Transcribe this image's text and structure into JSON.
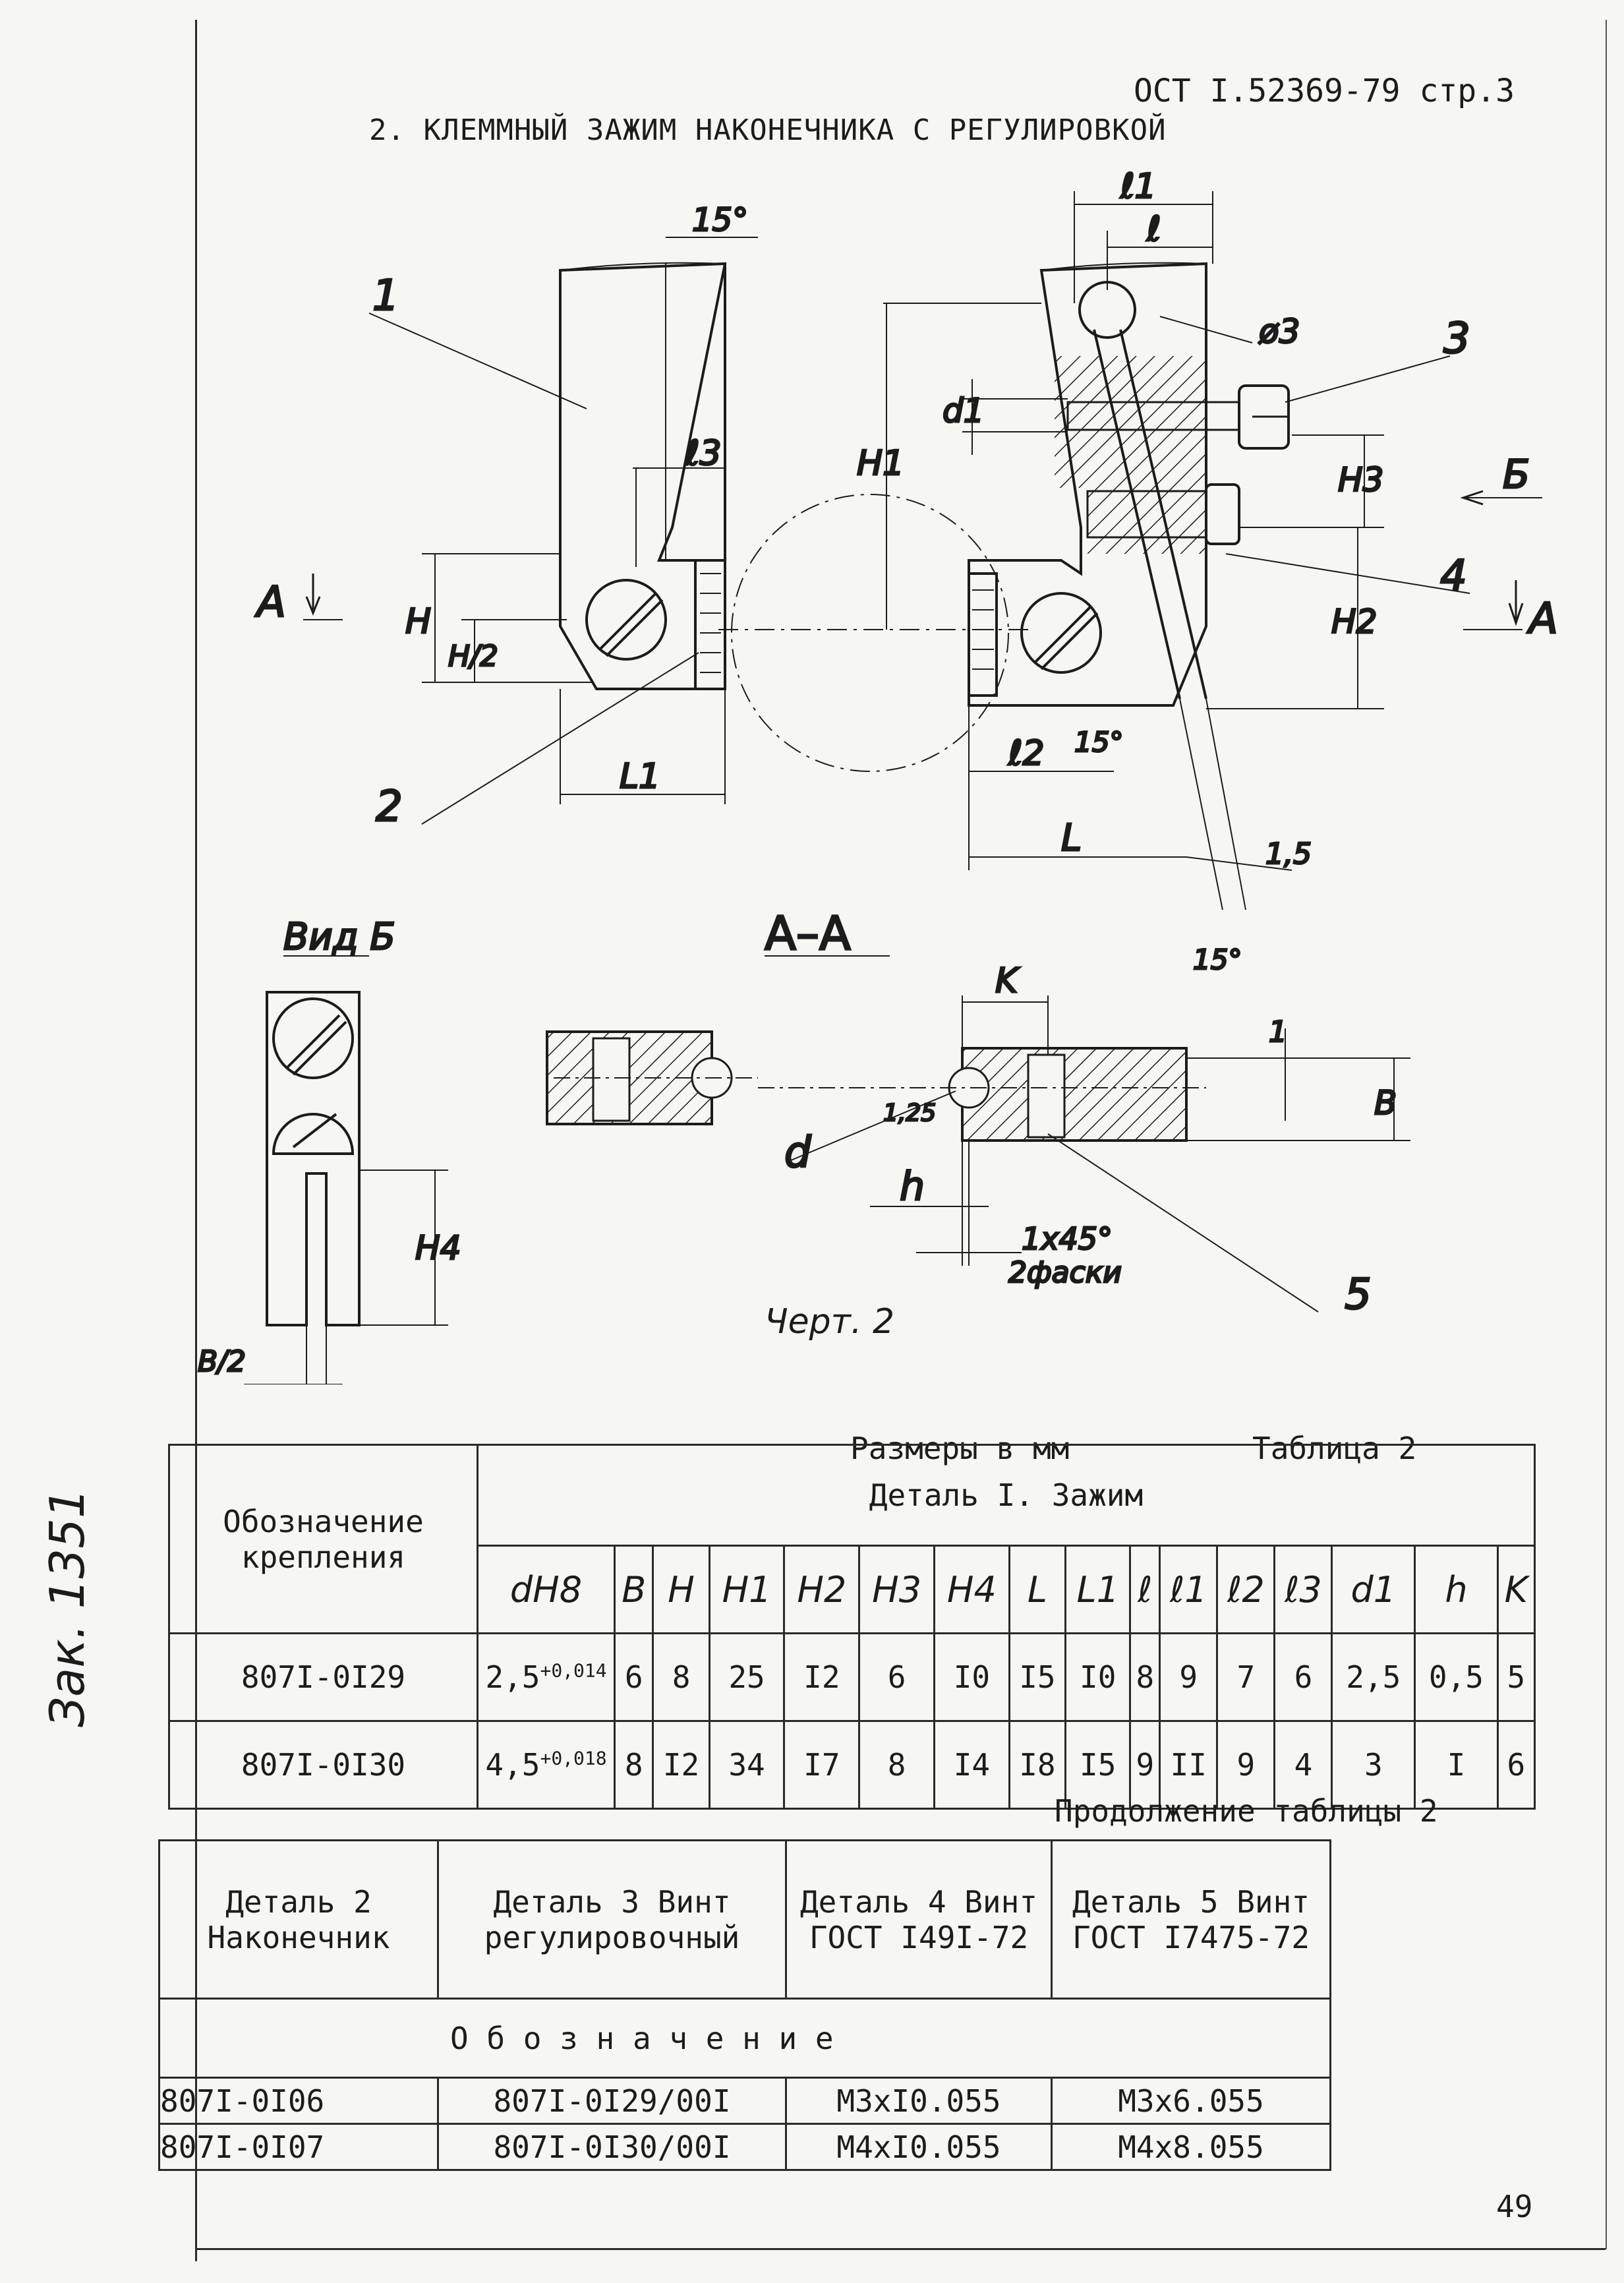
{
  "header": {
    "standard": "ОСТ I.52369-79 стр.3",
    "title": "2. КЛЕММНЫЙ ЗАЖИМ НАКОНЕЧНИКА С РЕГУЛИРОВКОЙ"
  },
  "drawing": {
    "labels": {
      "part1": "1",
      "part2": "2",
      "part3": "3",
      "part4": "4",
      "part5": "5",
      "angle15": "15°",
      "l3": "ℓ3",
      "l1": "ℓ1",
      "l": "ℓ",
      "diam3": "ø3",
      "d1": "d1",
      "H1": "H1",
      "H3": "H3",
      "H2": "H2",
      "H": "H",
      "Hhalf": "H/2",
      "L1": "L1",
      "l2": "ℓ2",
      "L": "L",
      "dim15": "1,5",
      "sectionA_left": "A",
      "sectionA_right": "A",
      "viewB_arrow": "Б",
      "viewB_title": "Вид Б",
      "sectionAA": "А–А",
      "H4": "H4",
      "Bhalf": "B/2",
      "K": "K",
      "dim1": "1",
      "dim125": "1,25",
      "d": "d",
      "h": "h",
      "B": "B",
      "chamfer": "1x45°",
      "chamfer_note": "2фаски"
    },
    "caption": "Черт. 2"
  },
  "margin_note": "Зак. 1351",
  "table2": {
    "sizes_label": "Размеры в мм",
    "table_label": "Таблица 2",
    "designation_header": "Обозначение крепления",
    "part_header": "Деталь I.  Зажим",
    "columns": [
      "dH8",
      "B",
      "H",
      "H1",
      "H2",
      "H3",
      "H4",
      "L",
      "L1",
      "ℓ",
      "ℓ1",
      "ℓ2",
      "ℓ3",
      "d1",
      "h",
      "K"
    ],
    "rows": [
      {
        "designation": "807I-0I29",
        "dH8": "2,5",
        "tol": "+0,014",
        "values": [
          "6",
          "8",
          "25",
          "I2",
          "6",
          "I0",
          "I5",
          "I0",
          "8",
          "9",
          "7",
          "6",
          "2,5",
          "0,5",
          "5"
        ]
      },
      {
        "designation": "807I-0I30",
        "dH8": "4,5",
        "tol": "+0,018",
        "values": [
          "8",
          "I2",
          "34",
          "I7",
          "8",
          "I4",
          "I8",
          "I5",
          "9",
          "II",
          "9",
          "4",
          "3",
          "I",
          "6"
        ]
      }
    ]
  },
  "table2_cont": {
    "label": "Продолжение таблицы 2",
    "headers": [
      "Деталь 2 Наконечник",
      "Деталь 3 Винт регулировочный",
      "Деталь 4 Винт ГОСТ I49I-72",
      "Деталь 5 Винт ГОСТ I7475-72"
    ],
    "designation": "О б о з н а ч е н и е",
    "rows": [
      [
        "807I-0I06",
        "807I-0I29/00I",
        "M3xI0.055",
        "M3x6.055"
      ],
      [
        "807I-0I07",
        "807I-0I30/00I",
        "M4xI0.055",
        "M4x8.055"
      ]
    ]
  },
  "page_number": "49"
}
